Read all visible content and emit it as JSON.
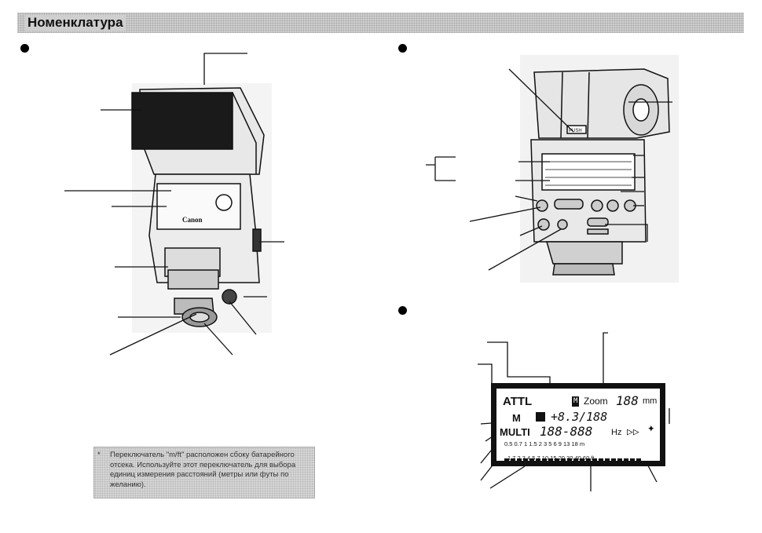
{
  "header": {
    "title": "Номенклатура"
  },
  "note": {
    "star": "*",
    "text": "Переключатель \"m/ft\" расположен сбоку батарейного отсека. Используйте этот переключатель для выбора единиц измерения расстояний (метры или футы по желанию)."
  },
  "flash_front": {
    "brand_label": "Canon"
  },
  "flash_back": {
    "push_label": "PUSH"
  },
  "lcd": {
    "attl": "ATTL",
    "m_box": "M",
    "zoom_label": "Zoom",
    "zoom_value": "188",
    "zoom_unit": "mm",
    "mode_m": "M",
    "fe_value": "+8.3/188",
    "multi_label": "MULTI",
    "multi_value": "188-888",
    "hz_label": "Hz",
    "scale_m": "0.5 0.7  1  1.5  2   3   5   6   9  13  18  m",
    "scale_ft": "1.7 2.3  4   5   7  10  15  20  30  40  60  ft"
  }
}
